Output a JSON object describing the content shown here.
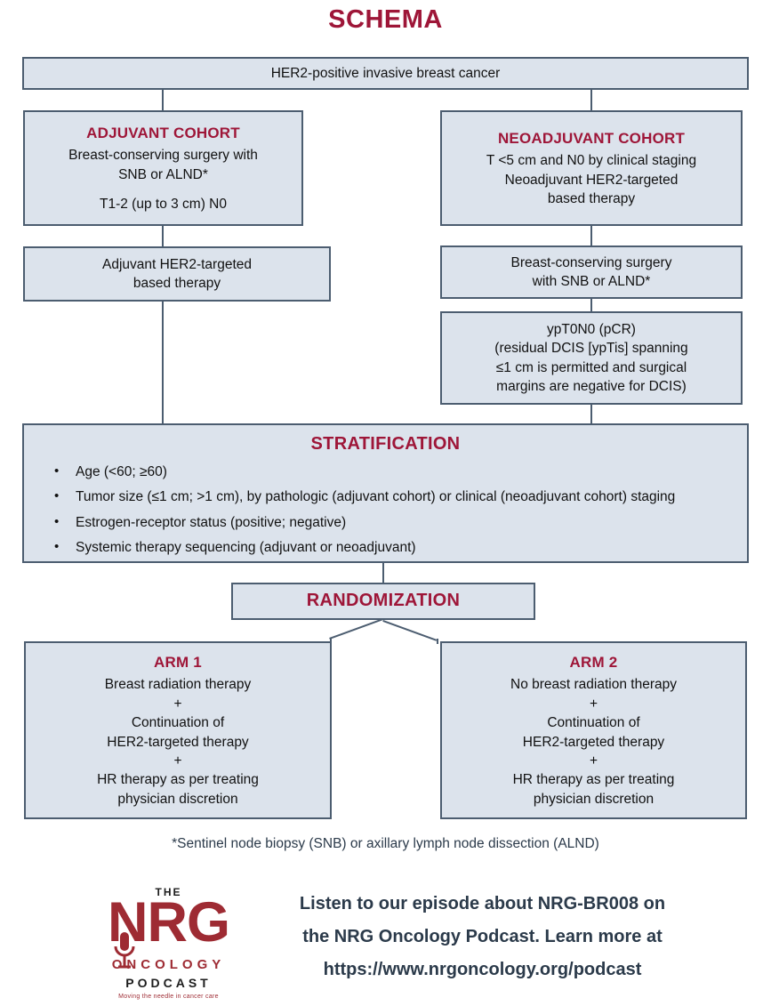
{
  "title": "SCHEMA",
  "colors": {
    "accent_red": "#9e1638",
    "box_fill": "#dce3ec",
    "box_border": "#4c5d70",
    "text_dark": "#2b3a4a",
    "logo_red": "#9e2b33"
  },
  "population_box": {
    "text": "HER2-positive invasive breast cancer"
  },
  "adjuvant_cohort": {
    "heading": "ADJUVANT COHORT",
    "line1": "Breast-conserving surgery with",
    "line2": "SNB or ALND*",
    "line3": "T1-2 (up to 3 cm) N0"
  },
  "neoadjuvant_cohort": {
    "heading": "NEOADJUVANT COHORT",
    "line1": "T <5 cm and N0 by clinical staging",
    "line2": "Neoadjuvant HER2-targeted",
    "line3": "based therapy"
  },
  "adjuvant_therapy_box": {
    "line1": "Adjuvant HER2-targeted",
    "line2": "based therapy"
  },
  "neoadjuvant_surgery_box": {
    "line1": "Breast-conserving surgery",
    "line2": "with SNB or ALND*"
  },
  "pcr_box": {
    "line1": "ypT0N0 (pCR)",
    "line2": "(residual DCIS [ypTis] spanning",
    "line3": "≤1 cm is permitted and surgical",
    "line4": "margins are negative for DCIS)"
  },
  "stratification": {
    "title": "STRATIFICATION",
    "items": [
      "Age (<60; ≥60)",
      "Tumor size (≤1 cm; >1 cm), by pathologic (adjuvant cohort) or clinical (neoadjuvant cohort) staging",
      "Estrogen-receptor status (positive; negative)",
      "Systemic therapy sequencing (adjuvant or neoadjuvant)"
    ]
  },
  "randomization": {
    "label": "RANDOMIZATION"
  },
  "arm1": {
    "heading": "ARM 1",
    "line1": "Breast radiation therapy",
    "plus1": "+",
    "line2": "Continuation of",
    "line3": "HER2-targeted therapy",
    "plus2": "+",
    "line4": "HR therapy as per treating",
    "line5": "physician discretion"
  },
  "arm2": {
    "heading": "ARM 2",
    "line1": "No breast radiation therapy",
    "plus1": "+",
    "line2": "Continuation of",
    "line3": "HER2-targeted therapy",
    "plus2": "+",
    "line4": "HR therapy as per treating",
    "line5": "physician discretion"
  },
  "footnote": "*Sentinel node biopsy (SNB) or axillary lymph node dissection (ALND)",
  "footer": {
    "logo": {
      "the": "THE",
      "nrg": "NRG",
      "oncology": "ONCOLOGY",
      "podcast": "PODCAST",
      "tagline": "Moving the needle in cancer care"
    },
    "promo_line1": "Listen to our episode about NRG-BR008 on",
    "promo_line2": "the NRG Oncology Podcast. Learn more at",
    "promo_line3": "https://www.nrgoncology.org/podcast"
  }
}
